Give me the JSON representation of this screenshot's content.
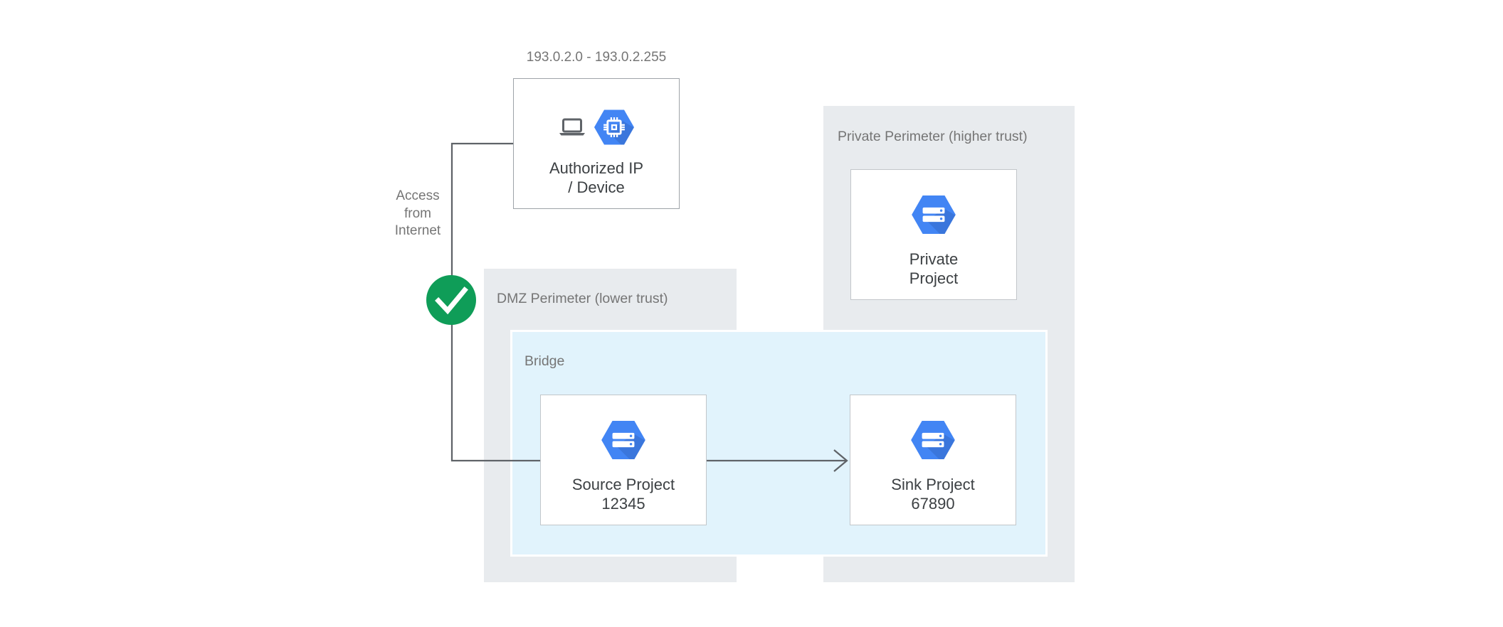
{
  "diagram": {
    "ip_range_label": "193.0.2.0 - 193.0.2.255",
    "access_label": "Access\nfrom\nInternet",
    "zones": {
      "private_perimeter": {
        "label": "Private Perimeter (higher trust)"
      },
      "dmz": {
        "label": "DMZ Perimeter (lower trust)"
      },
      "bridge": {
        "label": "Bridge"
      }
    },
    "nodes": {
      "authorized": {
        "label": "Authorized IP\n/ Device",
        "icons": [
          "laptop-icon",
          "cloud-compute-hexagon-icon"
        ]
      },
      "source": {
        "label": "Source Project\n12345",
        "icons": [
          "cloud-project-hexagon-icon"
        ]
      },
      "sink": {
        "label": "Sink Project\n67890",
        "icons": [
          "cloud-project-hexagon-icon"
        ]
      },
      "private_project": {
        "label": "Private\nProject",
        "icons": [
          "cloud-project-hexagon-icon"
        ]
      }
    },
    "connections": [
      {
        "from": "internet",
        "to": "source",
        "via": "authorized",
        "status_icon": "check-icon"
      },
      {
        "from": "source",
        "to": "sink",
        "type": "arrow"
      }
    ],
    "colors": {
      "perimeter_bg": "#e8ebee",
      "bridge_bg": "#e1f3fc",
      "bridge_border": "#ffffff",
      "hexagon_blue": "#4285f4",
      "check_green": "#0f9d58",
      "line_gray": "#5f6368",
      "label_gray": "#757575",
      "node_text": "#3c4043"
    }
  }
}
